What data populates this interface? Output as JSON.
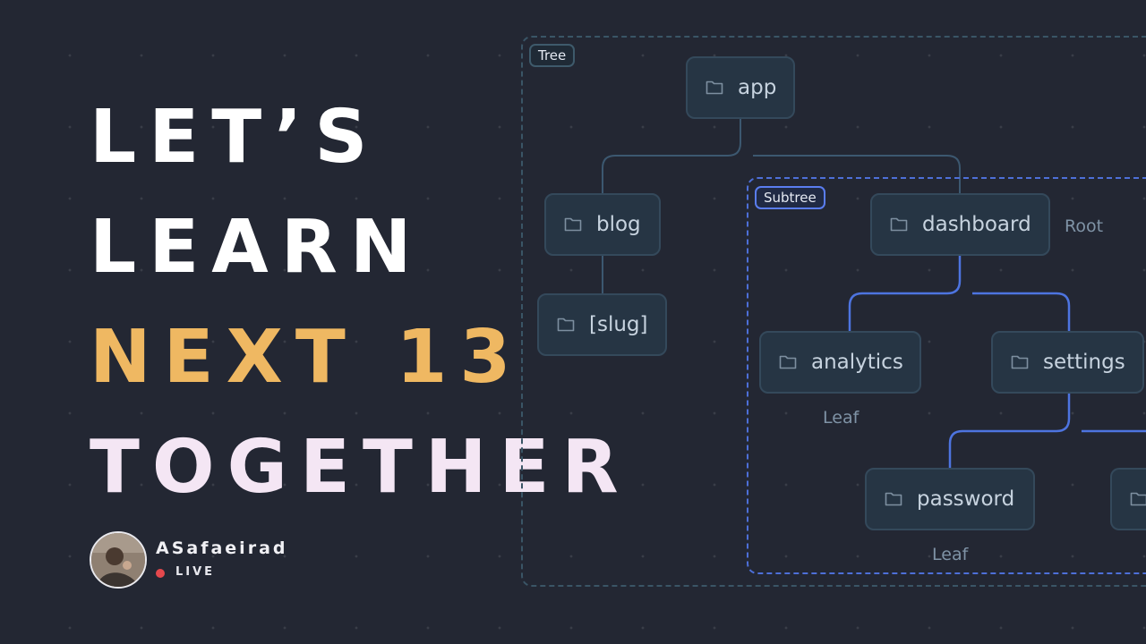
{
  "headline": {
    "line1": "LET’S",
    "line2": "LEARN",
    "line3": "NEXT 13",
    "line4": "TOGETHER"
  },
  "colors": {
    "line1": "#ffffff",
    "line2": "#ffffff",
    "line3": "#efb862",
    "line4": "#f4e6f4",
    "accent_blue": "#4d6fd8",
    "frame_teal": "#3a5566",
    "live_red": "#e5484d"
  },
  "presenter": {
    "name": "ASafaeirad",
    "status": "LIVE"
  },
  "diagram": {
    "tree_label": "Tree",
    "subtree_label": "Subtree",
    "nodes": {
      "app": "app",
      "blog": "blog",
      "slug": "[slug]",
      "dashboard": "dashboard",
      "analytics": "analytics",
      "settings": "settings",
      "password": "password"
    },
    "annotations": {
      "root": "Root",
      "leaf_analytics": "Leaf",
      "leaf_password": "Leaf"
    },
    "folder_icon": "folder-icon"
  }
}
